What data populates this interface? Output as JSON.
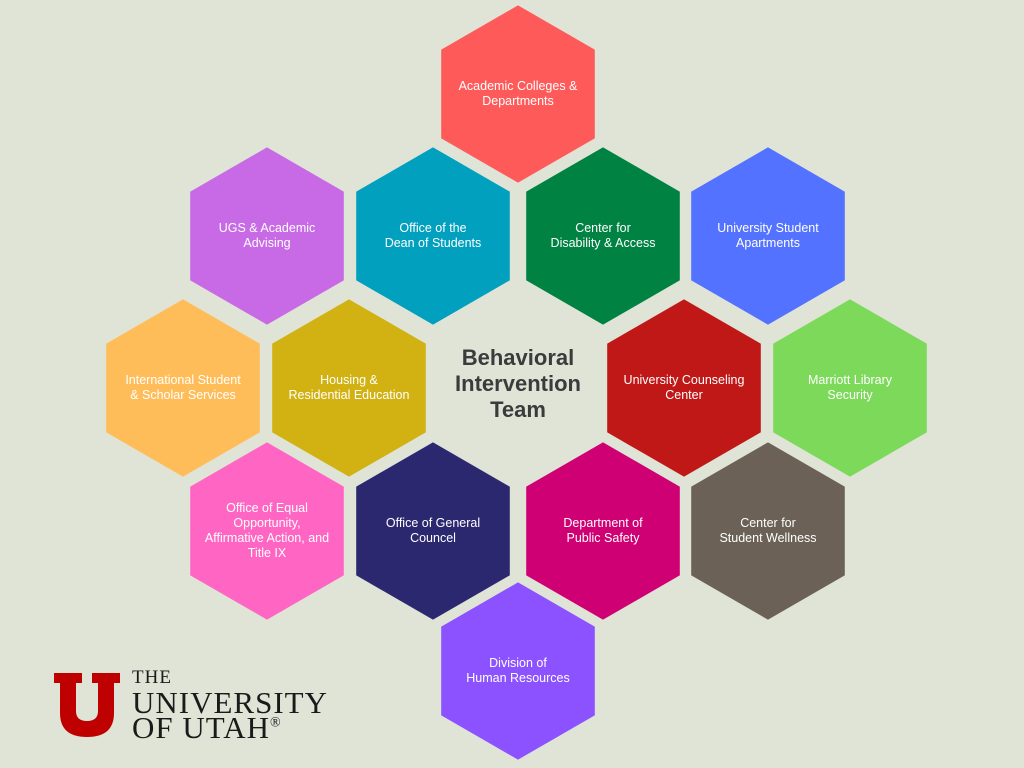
{
  "center": {
    "title": "Behavioral\nIntervention\nTeam"
  },
  "nodes": [
    {
      "id": "academic-colleges",
      "label": "Academic Colleges &\nDepartments",
      "color": "#ff5a5a"
    },
    {
      "id": "ugs-advising",
      "label": "UGS & Academic\nAdvising",
      "color": "#c86ae6"
    },
    {
      "id": "dean-of-students",
      "label": "Office of the\nDean of Students",
      "color": "#00a0be"
    },
    {
      "id": "disability-access",
      "label": "Center for\nDisability & Access",
      "color": "#008242"
    },
    {
      "id": "student-apartments",
      "label": "University Student\nApartments",
      "color": "#5372ff"
    },
    {
      "id": "international-student",
      "label": "International Student\n& Scholar Services",
      "color": "#ffbd5a"
    },
    {
      "id": "housing-residential",
      "label": "Housing &\nResidential Education",
      "color": "#d2b212"
    },
    {
      "id": "counseling-center",
      "label": "University Counseling\nCenter",
      "color": "#c01717"
    },
    {
      "id": "marriott-library",
      "label": "Marriott Library\nSecurity",
      "color": "#7cd95a"
    },
    {
      "id": "equal-opportunity",
      "label": "Office of Equal\nOpportunity,\nAffirmative Action, and\nTitle IX",
      "color": "#ff66c4"
    },
    {
      "id": "general-council",
      "label": "Office of General\nCouncel",
      "color": "#2c2870"
    },
    {
      "id": "public-safety",
      "label": "Department of\nPublic Safety",
      "color": "#cf0073"
    },
    {
      "id": "student-wellness",
      "label": "Center for\nStudent Wellness",
      "color": "#6b6156"
    },
    {
      "id": "human-resources",
      "label": "Division of\nHuman Resources",
      "color": "#8c52ff"
    }
  ],
  "logo": {
    "line1": "THE",
    "line2": "UNIVERSITY",
    "line3": "OF UTAH",
    "reg": "®",
    "color": "#be0000"
  }
}
